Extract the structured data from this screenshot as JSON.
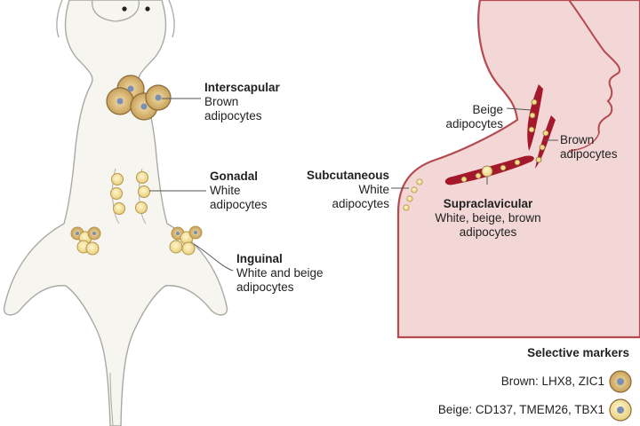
{
  "mouse": {
    "interscapular": {
      "title": "Interscapular",
      "line1": "Brown",
      "line2": "adipocytes"
    },
    "gonadal": {
      "title": "Gonadal",
      "line1": "White",
      "line2": "adipocytes"
    },
    "inguinal": {
      "title": "Inguinal",
      "line1": "White and beige",
      "line2": "adipocytes"
    }
  },
  "human": {
    "beige": {
      "line1": "Beige",
      "line2": "adipocytes"
    },
    "brown": {
      "line1": "Brown",
      "line2": "adipocytes"
    },
    "subcutaneous": {
      "title": "Subcutaneous",
      "line1": "White",
      "line2": "adipocytes"
    },
    "supraclavicular": {
      "title": "Supraclavicular",
      "line1": "White, beige, brown",
      "line2": "adipocytes"
    }
  },
  "markers": {
    "title": "Selective markers",
    "brown": "Brown: LHX8, ZIC1",
    "beige": "Beige: CD137, TMEM26, TBX1"
  },
  "colors": {
    "skin_fill": "#f3d6d6",
    "skin_outline": "#b54a50",
    "brown_fat": "#d9b877",
    "beige_fat": "#f2dc8a",
    "white_fat": "#f8e7a3",
    "muscle": "#a5182c"
  }
}
